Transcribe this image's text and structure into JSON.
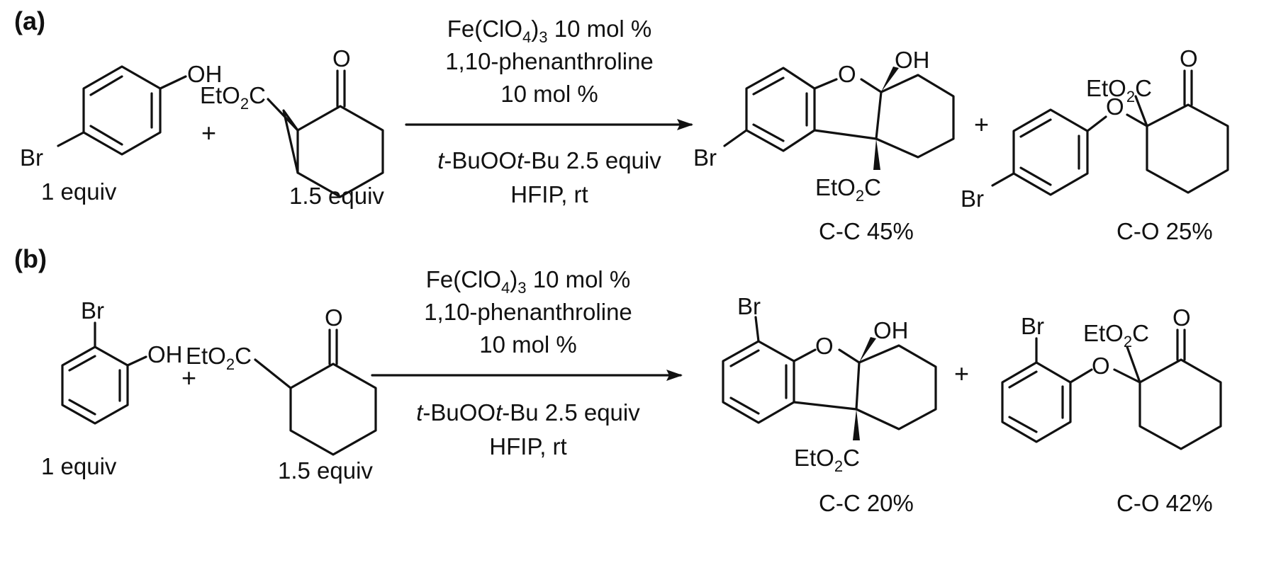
{
  "atoms": {
    "oh": "OH",
    "br": "Br",
    "o": "O",
    "eto2c_a": "EtO",
    "eto2c_b": "2",
    "eto2c_c": "C",
    "plus": "+"
  },
  "conditions": {
    "catalyst_a": "Fe(ClO",
    "catalyst_b": "4",
    "catalyst_c": ")",
    "catalyst_d": "3",
    "catalyst_e": " 10 mol %",
    "ligand": "1,10-phenanthroline",
    "ligand_loading": "10 mol %",
    "oxidant_a": "t",
    "oxidant_b": "-BuOO",
    "oxidant_c": "t",
    "oxidant_d": "-Bu 2.5 equiv",
    "solvent": "HFIP, rt"
  },
  "panel_a": {
    "label": "(a)",
    "phenol_equiv": "1 equiv",
    "ketoester_equiv": "1.5 equiv",
    "cc_yield": "C-C 45%",
    "co_yield": "C-O 25%"
  },
  "panel_b": {
    "label": "(b)",
    "phenol_equiv": "1 equiv",
    "ketoester_equiv": "1.5 equiv",
    "cc_yield": "C-C 20%",
    "co_yield": "C-O 42%"
  }
}
